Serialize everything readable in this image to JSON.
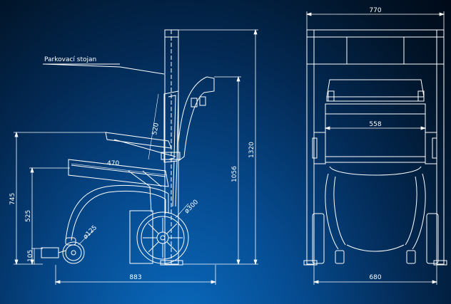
{
  "label_parking_stand": "Parkovací stojan",
  "side_view": {
    "seat_width": "470",
    "backrest": "520",
    "armrest_height": "745",
    "seat_height": "525",
    "footrest_height": "105",
    "total_height": "1320",
    "stand_height": "1056",
    "rear_wheel": "ø300",
    "front_wheel": "ø125",
    "length": "883"
  },
  "front_view": {
    "stand_width": "770",
    "seat_width": "558",
    "base_width": "680"
  },
  "colors": {
    "line": "#ffffff",
    "background_top": "#000a18",
    "background_glow": "#0a6cc0"
  }
}
